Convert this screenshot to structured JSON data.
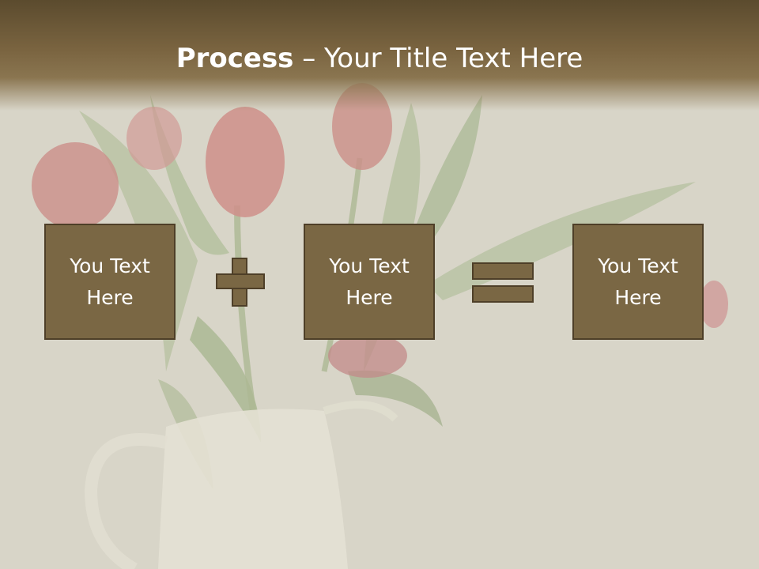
{
  "slide": {
    "title_bold": "Process",
    "title_rest": " – Your Title Text Here"
  },
  "boxes": [
    {
      "text": "You Text\nHere"
    },
    {
      "text": "You Text\nHere"
    },
    {
      "text": "You Text\nHere"
    }
  ],
  "operators": [
    "plus-icon",
    "equals-icon"
  ],
  "colors": {
    "box_fill": "#7a6744",
    "box_border": "#4e3f28",
    "title_bar": "#7a6440",
    "background": "#d9d6ca"
  }
}
